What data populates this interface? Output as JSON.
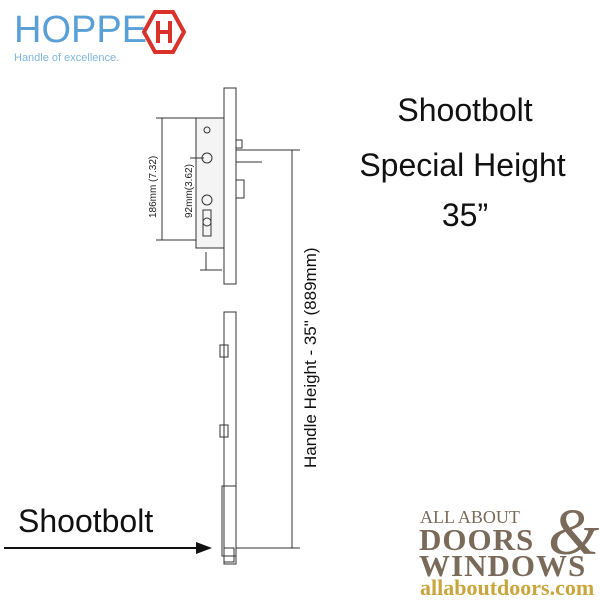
{
  "brand": {
    "name": "HOPPE",
    "tagline": "Handle of excellence.",
    "color": "#5aa0d6",
    "logo_color": "#d8322b"
  },
  "title": {
    "line1": "Shootbolt",
    "line2": "Special Height",
    "line3": "35”"
  },
  "diagram": {
    "dim_186": "186mm (7.32)",
    "dim_92": "92mm(3.62)",
    "handle_height": "Handle Height - 35\" (889mm)",
    "shootbolt_label": "Shootbolt"
  },
  "dealer": {
    "line1": "ALL ABOUT",
    "line2": "DOORS",
    "amp": "&",
    "line3": "WINDOWS",
    "url": "allaboutdoors.com",
    "color": "#7a6a5a",
    "url_color": "#c9a53d"
  }
}
